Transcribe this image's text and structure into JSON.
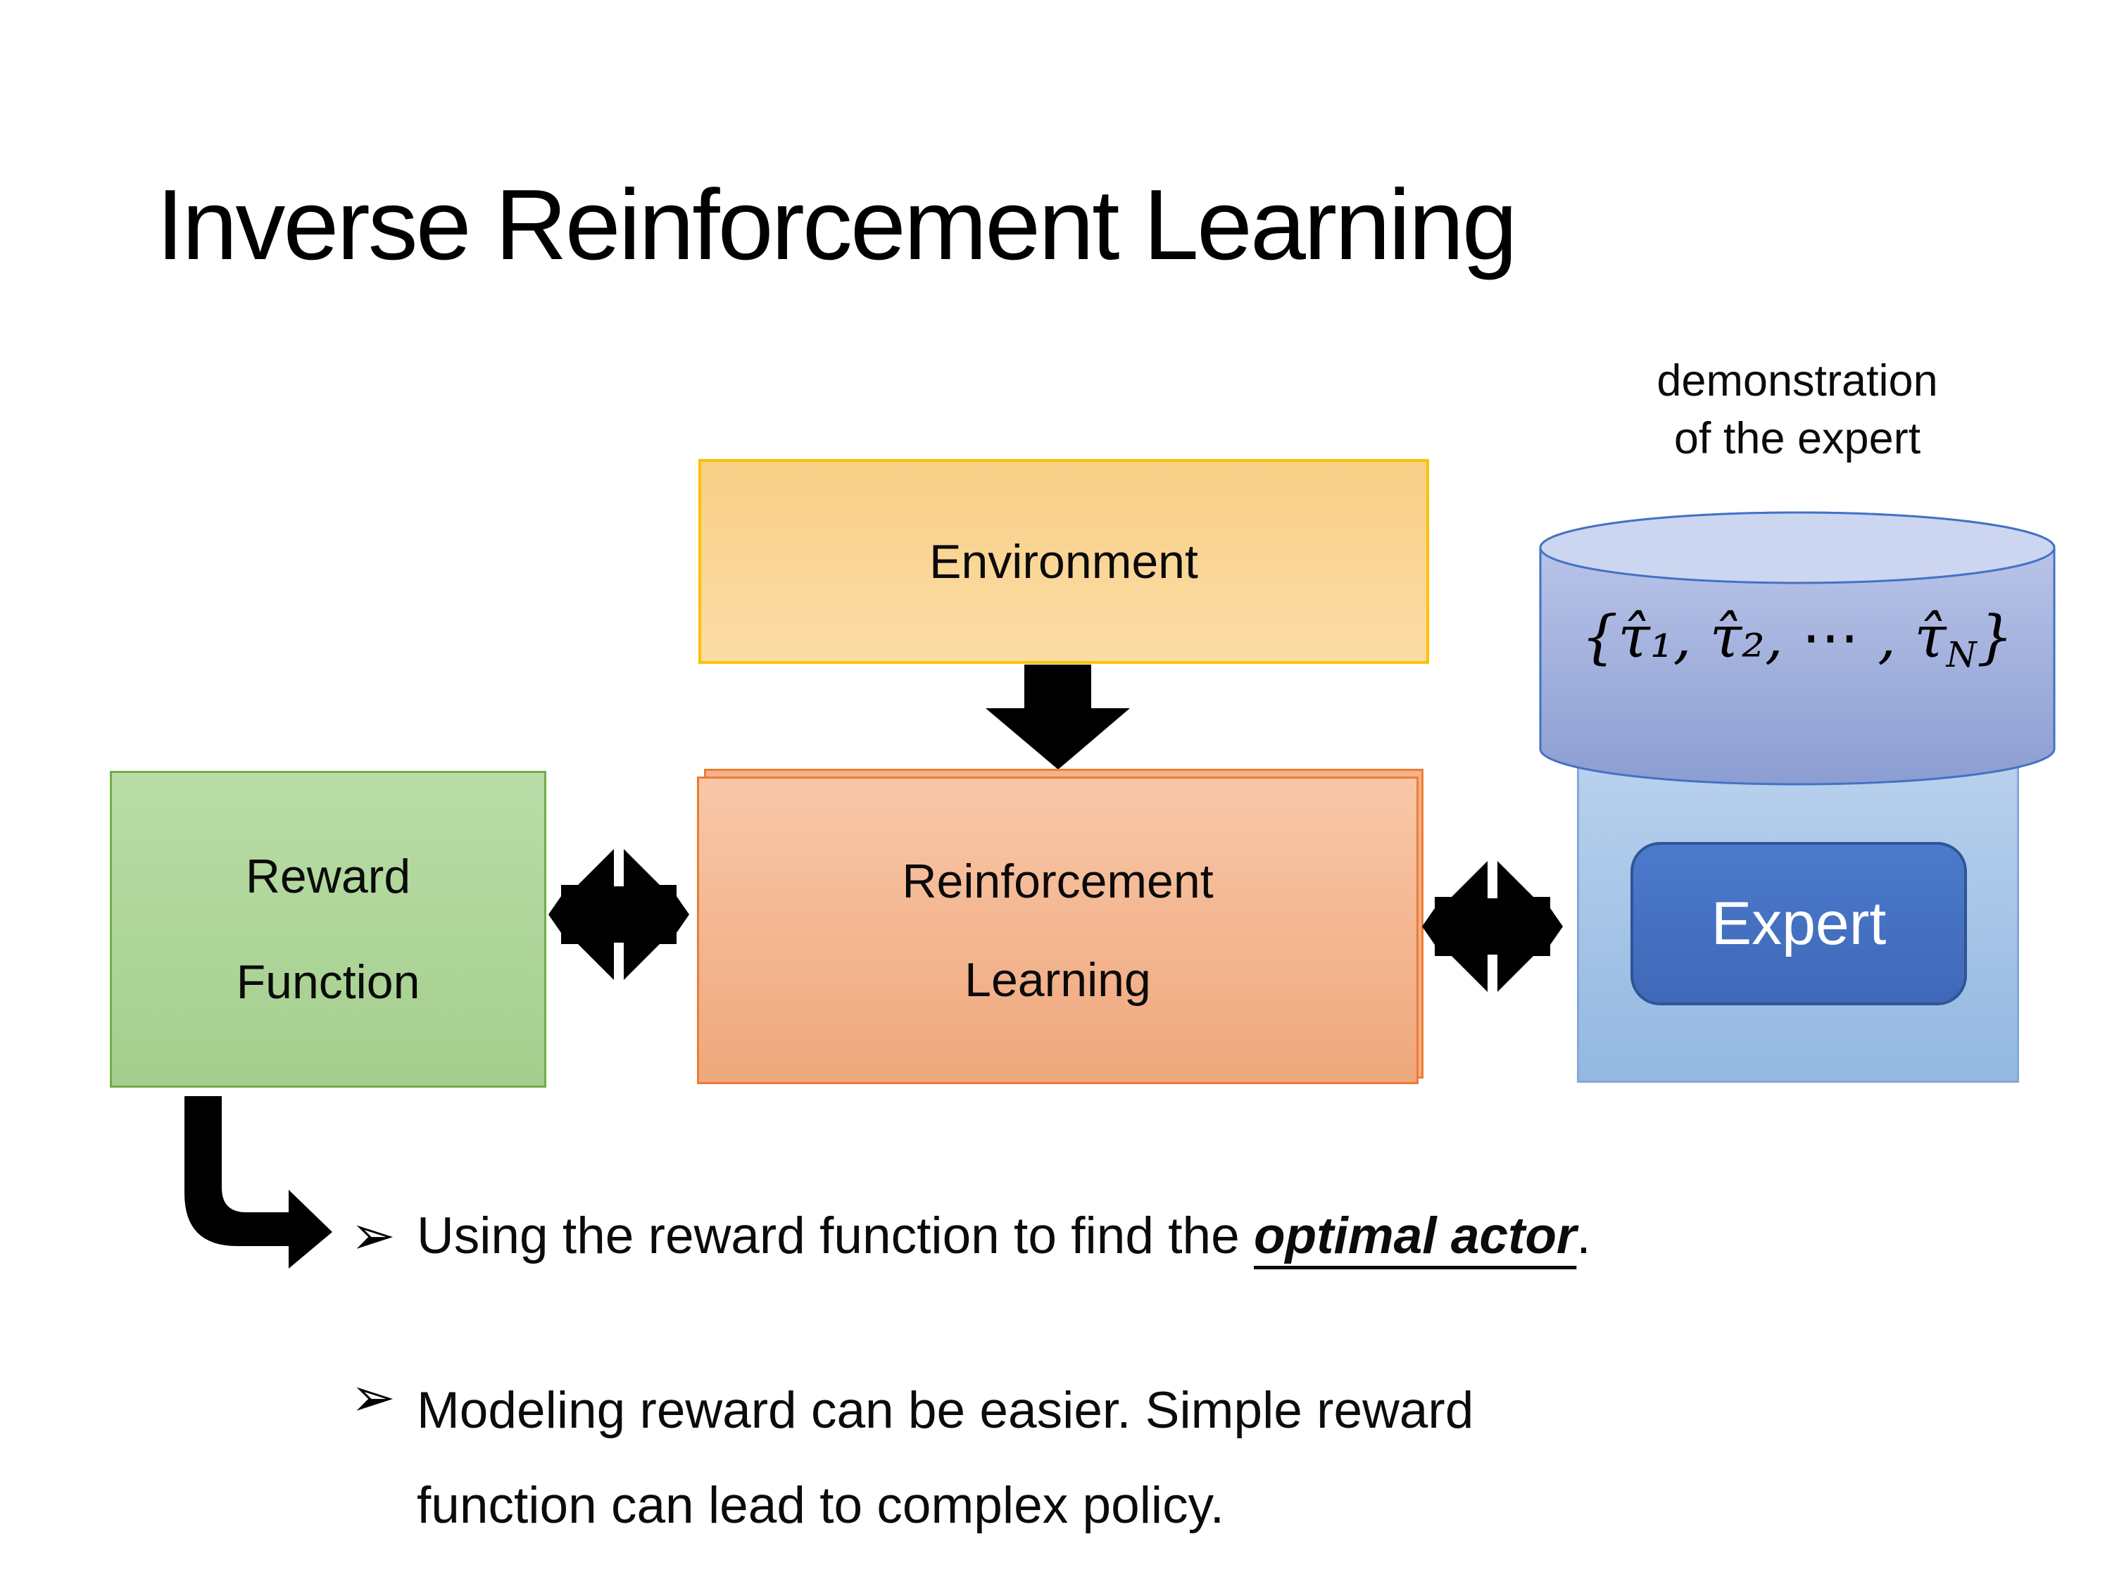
{
  "slide": {
    "title": "Inverse Reinforcement Learning"
  },
  "demo_label": {
    "line1": "demonstration",
    "line2": "of the expert"
  },
  "boxes": {
    "environment": {
      "label": "Environment"
    },
    "reward_function": {
      "line1": "Reward",
      "line2": "Function"
    },
    "reinforcement_learning": {
      "line1": "Reinforcement",
      "line2": "Learning"
    },
    "expert": {
      "label": "Expert"
    }
  },
  "dataset": {
    "formula_prefix": "{τ̂₁, τ̂₂, ⋯ , τ̂",
    "formula_subscript": "N",
    "formula_suffix": "}"
  },
  "bullets": {
    "marker": "➢",
    "item1": {
      "pre": "Using the reward function to find the ",
      "emphasis": "optimal actor",
      "post": "."
    },
    "item2": {
      "line1": "Modeling reward can be easier. Simple reward",
      "line2": "function can lead to complex policy."
    }
  },
  "colors": {
    "environment_fill": "#FBD28C",
    "environment_border": "#FFC000",
    "reward_fill": "#AED599",
    "reward_border": "#70AD47",
    "rl_fill": "#F5B893",
    "rl_border": "#ED7D31",
    "expert_fill": "#4472C4",
    "expert_border": "#2F5597",
    "expert_panel_fill": "#A6C5E9",
    "cylinder_fill": "#94A4D4",
    "cylinder_top_fill": "#CDD6F1",
    "cylinder_border": "#4472C4",
    "arrow_color": "#000000",
    "text_color": "#000000"
  }
}
